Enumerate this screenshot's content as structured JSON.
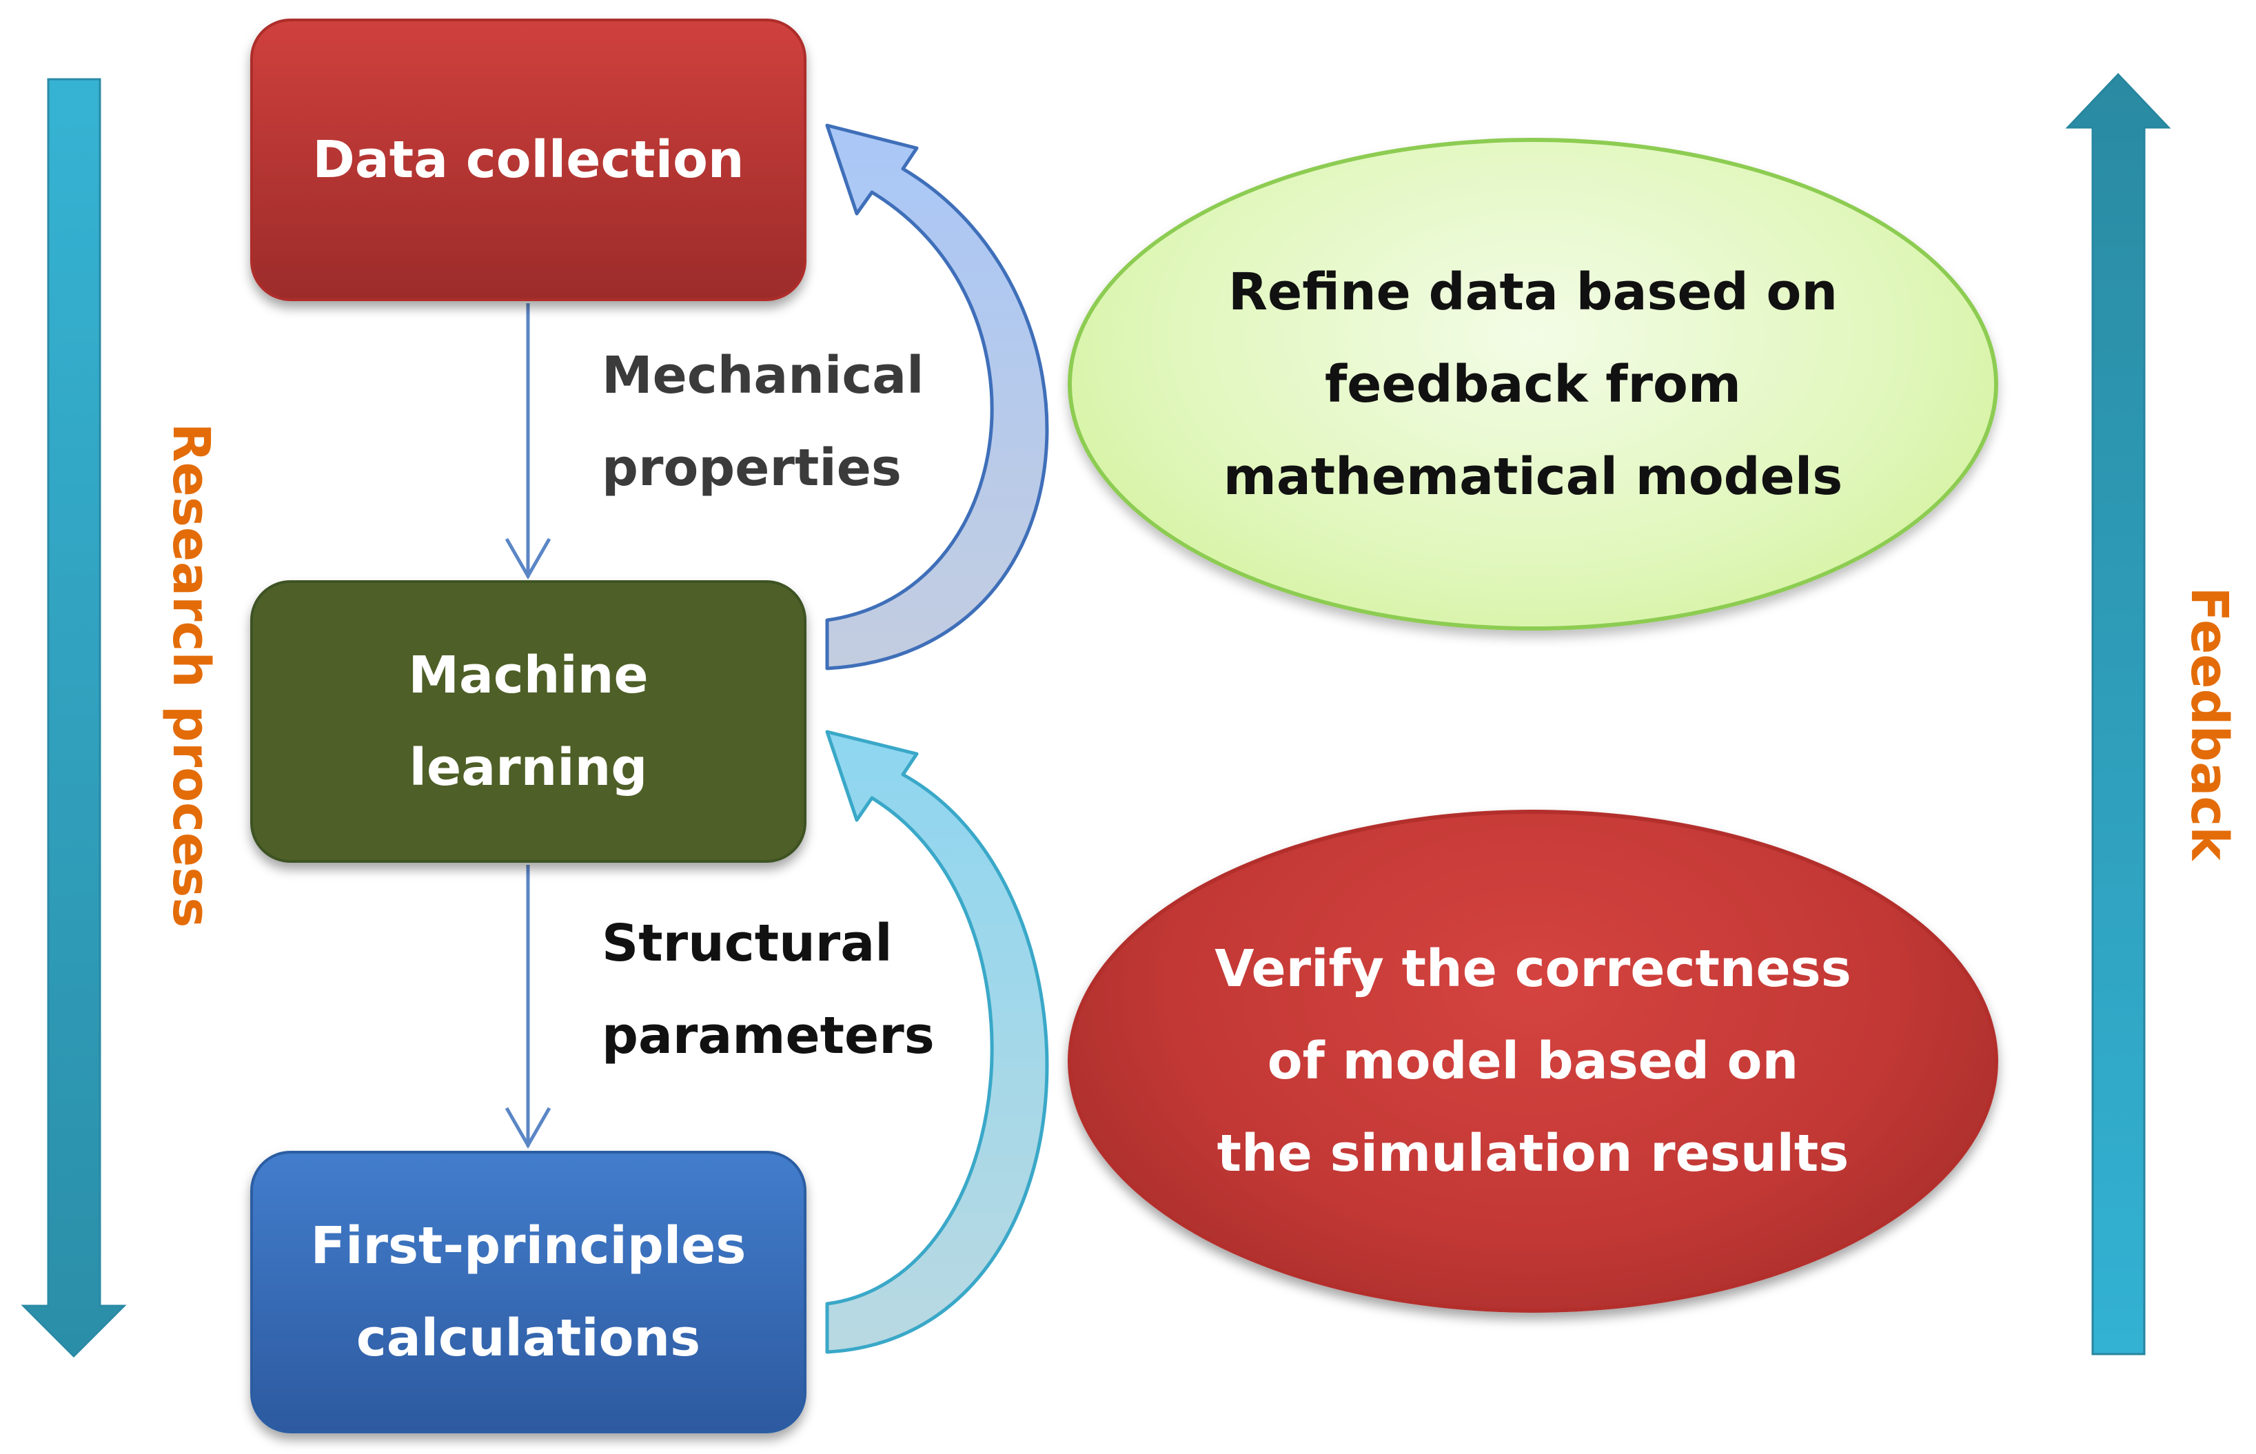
{
  "nodes": {
    "data_collection": "Data collection",
    "machine_learning": [
      "Machine",
      "learning"
    ],
    "first_principles": [
      "First-principles",
      "calculations"
    ]
  },
  "edge_labels": {
    "mechanical": [
      "Mechanical",
      "properties"
    ],
    "structural": [
      "Structural",
      "parameters"
    ]
  },
  "ellipses": {
    "refine": [
      "Refine data based on",
      "feedback from",
      "mathematical models"
    ],
    "verify": [
      "Verify the correctness",
      "of model based on",
      "the simulation results"
    ]
  },
  "side_labels": {
    "research": "Research process",
    "feedback": "Feedback"
  },
  "colors": {
    "data_collection": "#c23a37",
    "machine_learning": "#4e5f27",
    "first_principles": "#3a73c0",
    "refine_ellipse": "#e1f7bd",
    "verify_ellipse": "#c23835",
    "side_label_text": "#e36c09",
    "down_arrow": "#2e99b3",
    "up_arrow": "#2a8ea6"
  }
}
